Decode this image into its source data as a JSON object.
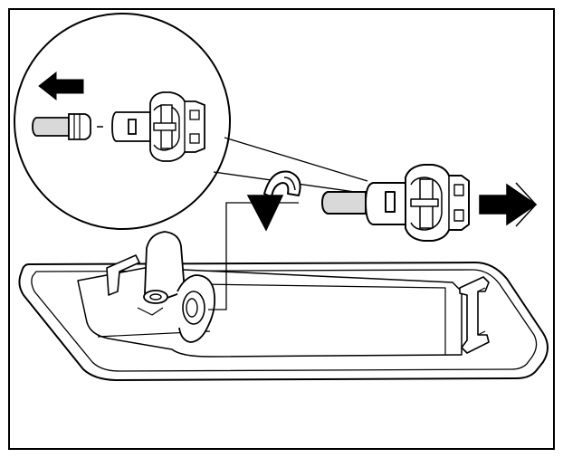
{
  "figure": {
    "callout_arrow_direction": "left",
    "rotation_direction": "counter-clockwise",
    "removal_arrow_direction": "right",
    "colors": {
      "line": "#000000",
      "paper": "#ffffff",
      "bulb_glass": "#d9d9d9",
      "socket_body": "#ffffff"
    },
    "icons": [
      "left-arrow-icon",
      "rotate-arrow-icon",
      "right-arrow-icon"
    ]
  }
}
